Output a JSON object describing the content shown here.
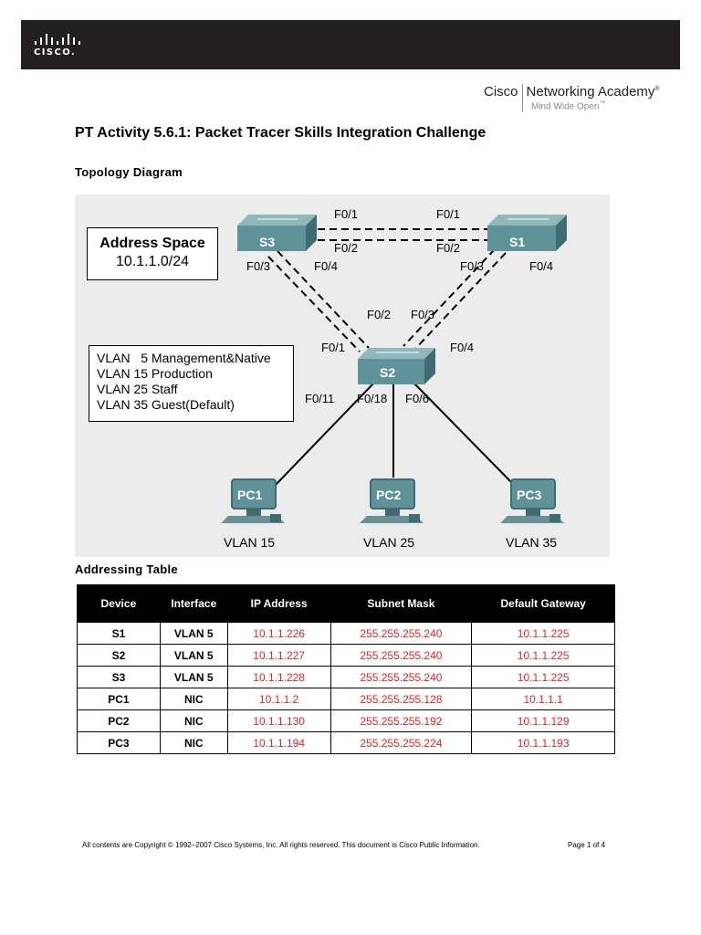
{
  "header": {
    "logo_text": "CISCO.",
    "academy_brand": "Cisco",
    "academy_name": "Networking Academy",
    "academy_reg": "®",
    "tagline": "Mind Wide Open",
    "tagline_tm": "™"
  },
  "title": "PT Activity 5.6.1: Packet Tracer Skills Integration Challenge",
  "topology": {
    "heading": "Topology Diagram",
    "address_space_title": "Address Space",
    "address_space_value": "10.1.1.0/24",
    "vlans": [
      "VLAN   5 Management&Native",
      "VLAN 15 Production",
      "VLAN 25 Staff",
      "VLAN 35 Guest(Default)"
    ],
    "devices": {
      "s1": "S1",
      "s2": "S2",
      "s3": "S3",
      "pc1": "PC1",
      "pc2": "PC2",
      "pc3": "PC3"
    },
    "ports": {
      "s3_top": "F0/1",
      "s1_top": "F0/1",
      "s3_mid": "F0/2",
      "s1_mid": "F0/2",
      "s3_f03": "F0/3",
      "s3_f04": "F0/4",
      "s1_f03": "F0/3",
      "s1_f04": "F0/4",
      "s2_f02": "F0/2",
      "s2_f03": "F0/3",
      "s2_f01": "F0/1",
      "s2_f04": "F0/4",
      "s2_f011": "F0/11",
      "s2_f018": "F0/18",
      "s2_f06": "F0/6"
    },
    "pc_vlans": {
      "pc1": "VLAN 15",
      "pc2": "VLAN 25",
      "pc3": "VLAN 35"
    }
  },
  "addressing": {
    "heading": "Addressing Table",
    "columns": [
      "Device",
      "Interface",
      "IP Address",
      "Subnet Mask",
      "Default Gateway"
    ],
    "rows": [
      [
        "S1",
        "VLAN 5",
        "10.1.1.226",
        "255.255.255.240",
        "10.1.1.225"
      ],
      [
        "S2",
        "VLAN 5",
        "10.1.1.227",
        "255.255.255.240",
        "10.1.1.225"
      ],
      [
        "S3",
        "VLAN 5",
        "10.1.1.228",
        "255.255.255.240",
        "10.1.1.225"
      ],
      [
        "PC1",
        "NIC",
        "10.1.1.2",
        "255.255.255.128",
        "10.1.1.1"
      ],
      [
        "PC2",
        "NIC",
        "10.1.1.130",
        "255.255.255.192",
        "10.1.1.129"
      ],
      [
        "PC3",
        "NIC",
        "10.1.1.194",
        "255.255.255.224",
        "10.1.1.193"
      ]
    ],
    "value_color": "#e32222"
  },
  "footer": {
    "copyright": "All contents are Copyright © 1992–2007 Cisco Systems, Inc. All rights reserved. This document is Cisco Public Information.",
    "page": "Page 1 of 4"
  }
}
